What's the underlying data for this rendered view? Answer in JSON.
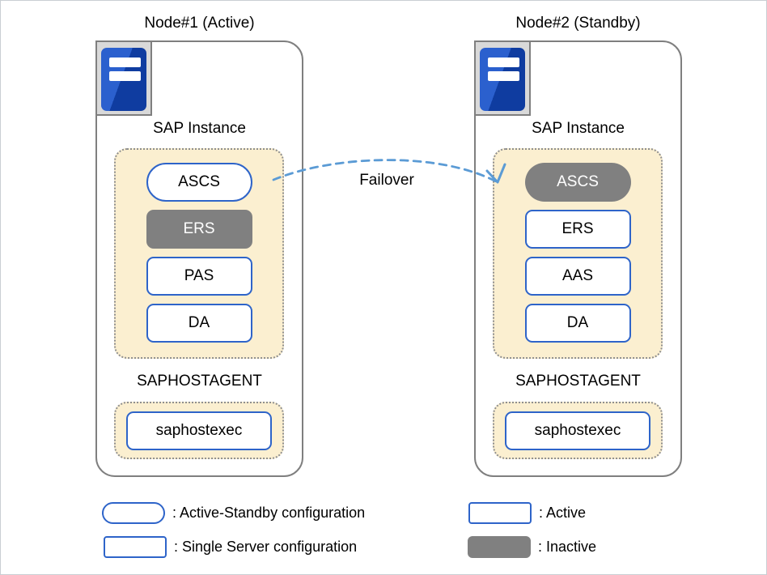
{
  "nodes": [
    {
      "title": "Node#1 (Active)",
      "icon": "server-icon",
      "instance_section": {
        "label": "SAP Instance",
        "services": [
          {
            "label": "ASCS",
            "shape": "pill",
            "state": "active"
          },
          {
            "label": "ERS",
            "shape": "rect",
            "state": "inactive"
          },
          {
            "label": "PAS",
            "shape": "rect",
            "state": "active"
          },
          {
            "label": "DA",
            "shape": "rect",
            "state": "active"
          }
        ]
      },
      "hostagent_section": {
        "label": "SAPHOSTAGENT",
        "services": [
          {
            "label": "saphostexec",
            "shape": "rect",
            "state": "active"
          }
        ]
      }
    },
    {
      "title": "Node#2 (Standby)",
      "icon": "server-icon",
      "instance_section": {
        "label": "SAP Instance",
        "services": [
          {
            "label": "ASCS",
            "shape": "pill",
            "state": "inactive"
          },
          {
            "label": "ERS",
            "shape": "rect",
            "state": "active"
          },
          {
            "label": "AAS",
            "shape": "rect",
            "state": "active"
          },
          {
            "label": "DA",
            "shape": "rect",
            "state": "active"
          }
        ]
      },
      "hostagent_section": {
        "label": "SAPHOSTAGENT",
        "services": [
          {
            "label": "saphostexec",
            "shape": "rect",
            "state": "active"
          }
        ]
      }
    }
  ],
  "failover": {
    "label": "Failover"
  },
  "legend": {
    "items": [
      {
        "swatch": "pill-outline",
        "label": ": Active-Standby configuration"
      },
      {
        "swatch": "rect-outline",
        "label": ": Single Server configuration"
      },
      {
        "swatch": "rect-outline",
        "label": ": Active"
      },
      {
        "swatch": "rect-filled",
        "label": ": Inactive"
      }
    ]
  },
  "colors": {
    "accent_blue": "#2e64c9",
    "inactive_gray": "#808080",
    "group_fill": "#fbefd0",
    "group_dotted_border": "#8f8f8f",
    "node_border": "#7f7f7f",
    "arrow_blue": "#5b9bd5",
    "icon_blue_light": "#2b60ce",
    "icon_blue_dark": "#0f3ca0",
    "icon_bg_gray": "#d9d9d9"
  }
}
